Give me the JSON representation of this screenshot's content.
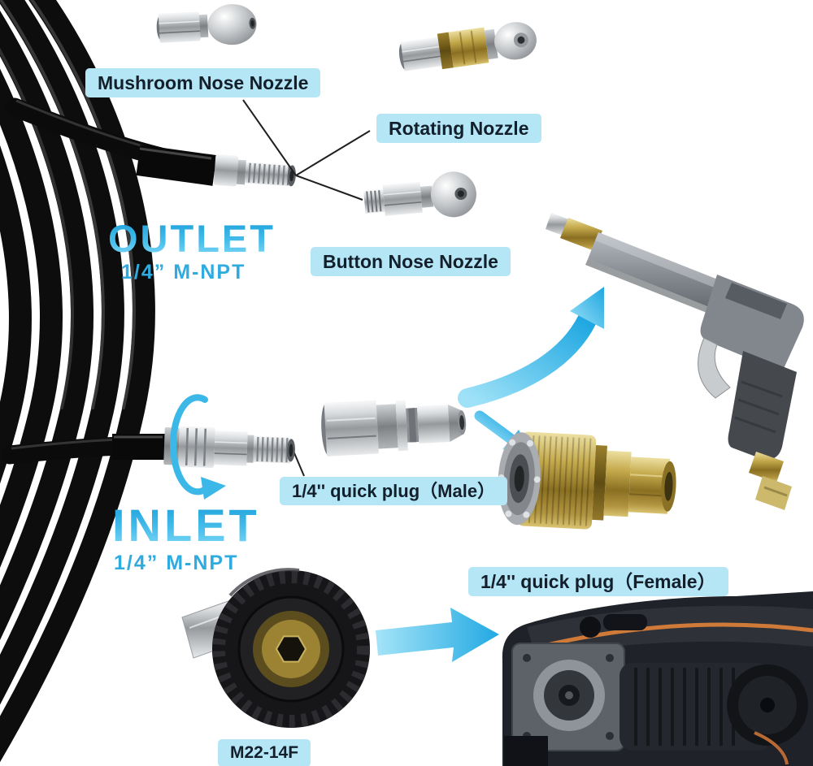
{
  "outlet": {
    "title": "OUTLET",
    "spec": "1/4” M-NPT"
  },
  "inlet": {
    "title": "INLET",
    "spec": "1/4” M-NPT"
  },
  "labels": {
    "mushroom_nozzle": "Mushroom Nose Nozzle",
    "rotating_nozzle": "Rotating Nozzle",
    "button_nozzle": "Button Nose Nozzle",
    "quick_plug_male": "1/4'' quick plug（Male）",
    "quick_plug_female": "1/4'' quick plug（Female）",
    "m22_adapter": "M22-14F"
  },
  "colors": {
    "background": "#ffffff",
    "accent_cyan": "#2fb0e6",
    "label_background": "#b5e6f6",
    "label_text": "#13202c",
    "hose_black": "#0b0b0b",
    "steel": "#c7c9cb",
    "brass": "#c4a94c",
    "machine_orange": "#d07a3a"
  },
  "icons": {
    "rotation_arrow": "swivel-rotation-arrow-icon",
    "flow_arrow_to_gun": "curved-flow-arrow-icon",
    "flow_arrow_male_to_female": "small-flow-arrow-icon",
    "flow_arrow_to_washer": "right-flow-arrow-icon"
  }
}
